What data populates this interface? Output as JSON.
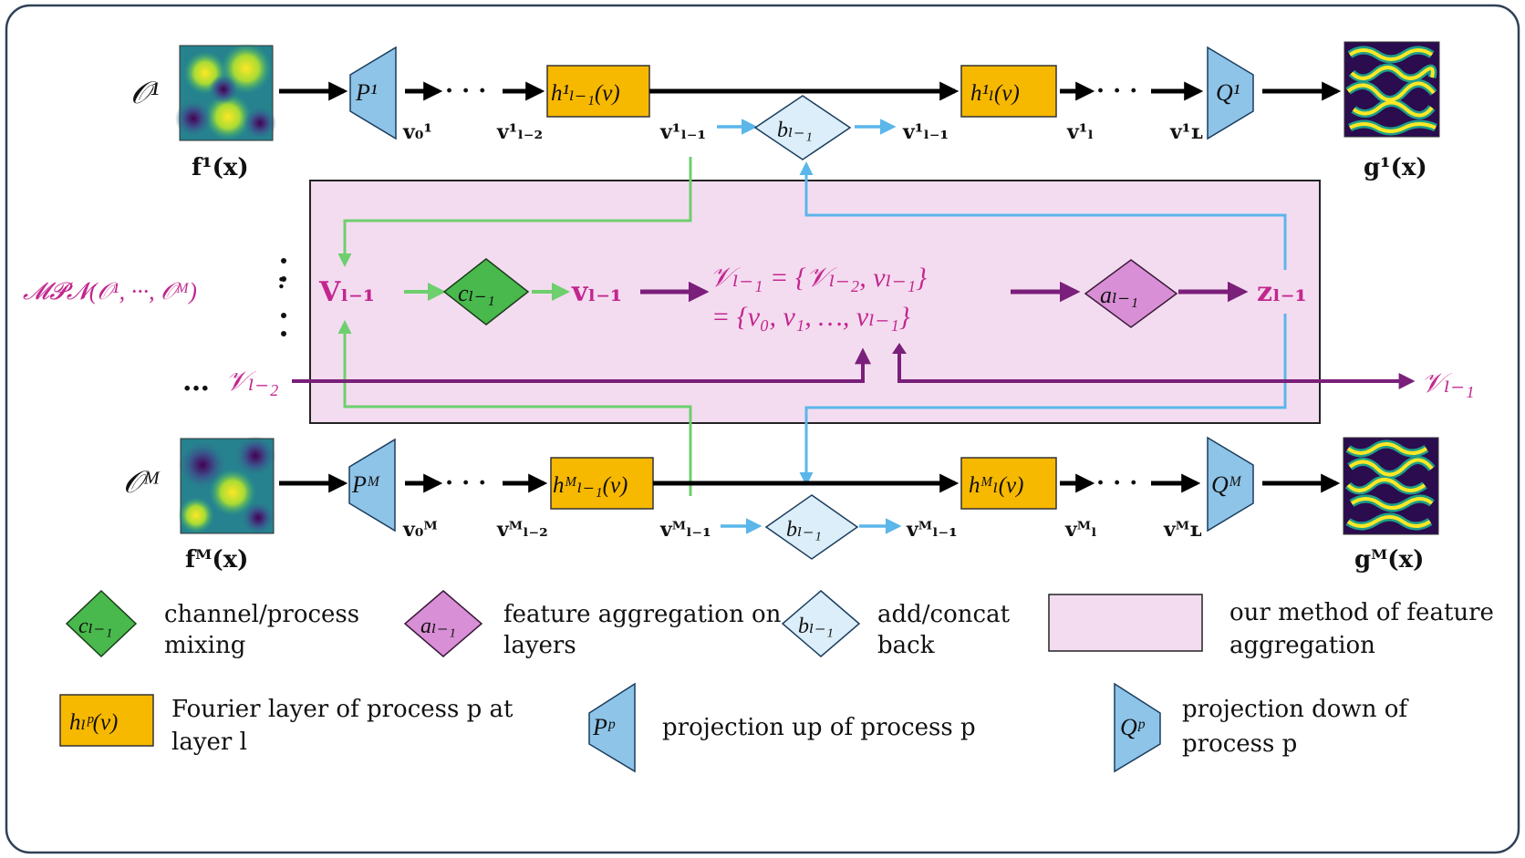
{
  "top_row": {
    "input_label": "𝒪¹",
    "func_label": "f¹(x)",
    "P_label": "P¹",
    "v0": "v₀¹",
    "vl2": "v¹ₗ₋₂",
    "h_prev": "h¹ₗ₋₁(v)",
    "vl1": "v¹ₗ₋₁",
    "b": "bₗ₋₁",
    "vl1_out": "v¹ₗ₋₁",
    "h_curr": "h¹ₗ(v)",
    "vl": "v¹ₗ",
    "vL": "v¹ʟ",
    "Q_label": "Q¹",
    "out_label": "g¹(x)"
  },
  "bottom_row": {
    "input_label": "𝒪ᴹ",
    "func_label": "fᴹ(x)",
    "P_label": "Pᴹ",
    "v0": "v₀ᴹ",
    "vl2": "vᴹₗ₋₂",
    "h_prev": "hᴹₗ₋₁(v)",
    "vl1": "vᴹₗ₋₁",
    "b": "bₗ₋₁",
    "vl1_out": "vᴹₗ₋₁",
    "h_curr": "hᴹₗ(v)",
    "vl": "vᴹₗ",
    "vL": "vᴹʟ",
    "Q_label": "Qᴹ",
    "out_label": "gᴹ(x)"
  },
  "dots": "· · ·",
  "middle": {
    "mpn_label": "𝓜𝓟𝓝(𝒪¹, ···, 𝒪ᴹ)",
    "V_in": "Vₗ₋₁",
    "c": "cₗ₋₁",
    "v_mid": "vₗ₋₁",
    "eq_line1": "𝒱ₗ₋₁ = {𝒱ₗ₋₂, vₗ₋₁}",
    "eq_line2": "= {v₀, v₁, …, vₗ₋₁}",
    "a": "aₗ₋₁",
    "z": "zₗ₋₁",
    "V_prev": "𝒱ₗ₋₂",
    "V_prev_dots": "…",
    "V_next": "𝒱ₗ₋₁"
  },
  "legend": {
    "c_symbol": "cₗ₋₁",
    "c_text": [
      "channel/process",
      "mixing"
    ],
    "a_symbol": "aₗ₋₁",
    "a_text": [
      "feature aggregation on",
      "layers"
    ],
    "b_symbol": "bₗ₋₁",
    "b_text": [
      "add/concat",
      "back"
    ],
    "box_text": [
      "our method of feature",
      "aggregation"
    ],
    "h_symbol": "hₗᵖ(v)",
    "h_text": [
      "Fourier layer of process p at",
      "layer l"
    ],
    "P_symbol": "Pᵖ",
    "P_text": "projection up of process p",
    "Q_symbol": "Qᵖ",
    "Q_text": [
      "projection down of",
      "process p"
    ]
  },
  "colors": {
    "orange": "#f7b800",
    "blue_trap": "#8ec4e8",
    "light_blue": "#dbeef9",
    "green": "#49b94d",
    "purple_node": "#d98fd6",
    "pink_box": "#f4dcf0",
    "magenta_text": "#c2278f",
    "dark_purple_arrow": "#7a1f7a",
    "green_line": "#6dcf6d",
    "blue_line": "#5bb6ea"
  }
}
